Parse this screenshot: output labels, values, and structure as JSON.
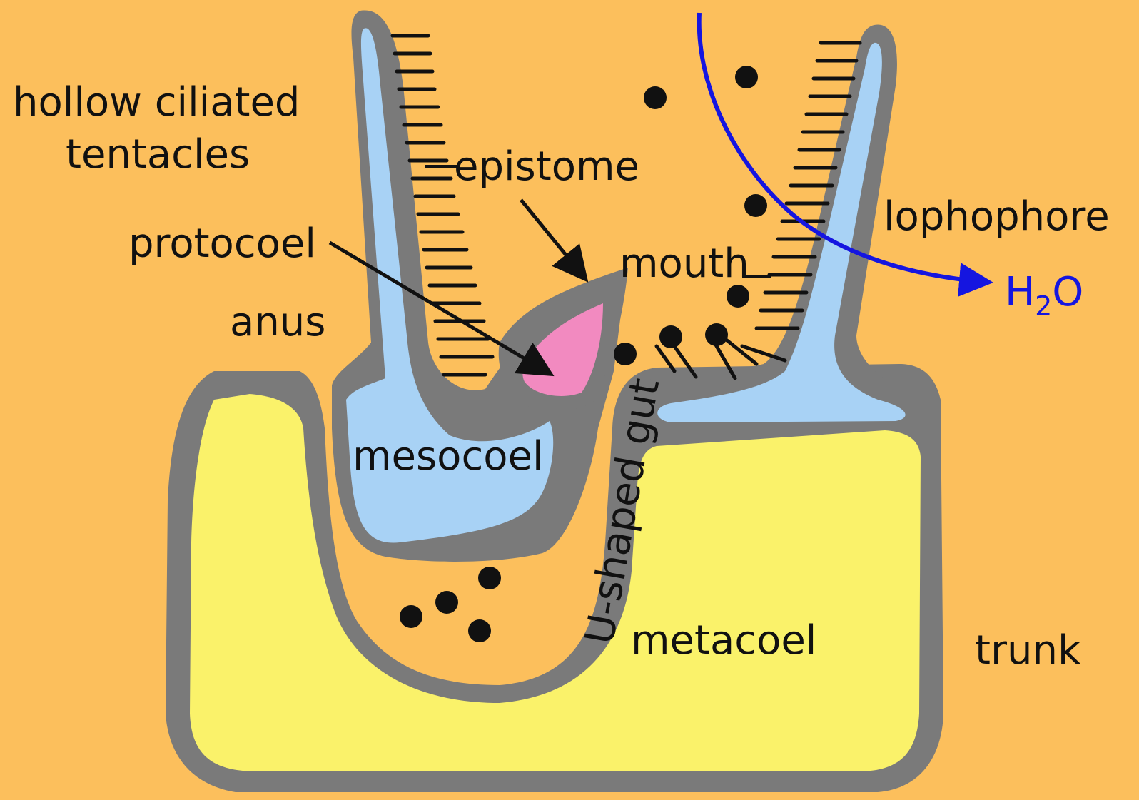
{
  "labels": {
    "hollow_ciliated_tentacles_line1": "hollow ciliated",
    "hollow_ciliated_tentacles_line2": "tentacles",
    "epistome": "epistome",
    "protocoel": "protocoel",
    "anus": "anus",
    "mouth": "mouth",
    "lophophore": "lophophore",
    "water_main": "H",
    "water_sub": "2",
    "water_end": "O",
    "mesocoel": "mesocoel",
    "u_shaped_gut": "U-shaped gut",
    "metacoel": "metacoel",
    "trunk": "trunk"
  },
  "colors": {
    "background": "#FCBF5C",
    "body_wall": "#7A7A7A",
    "metacoel": "#FAF26A",
    "mesocoel": "#A8D2F5",
    "protocoel": "#F28AC0",
    "water_arrow": "#1515E0",
    "ink": "#111111"
  }
}
